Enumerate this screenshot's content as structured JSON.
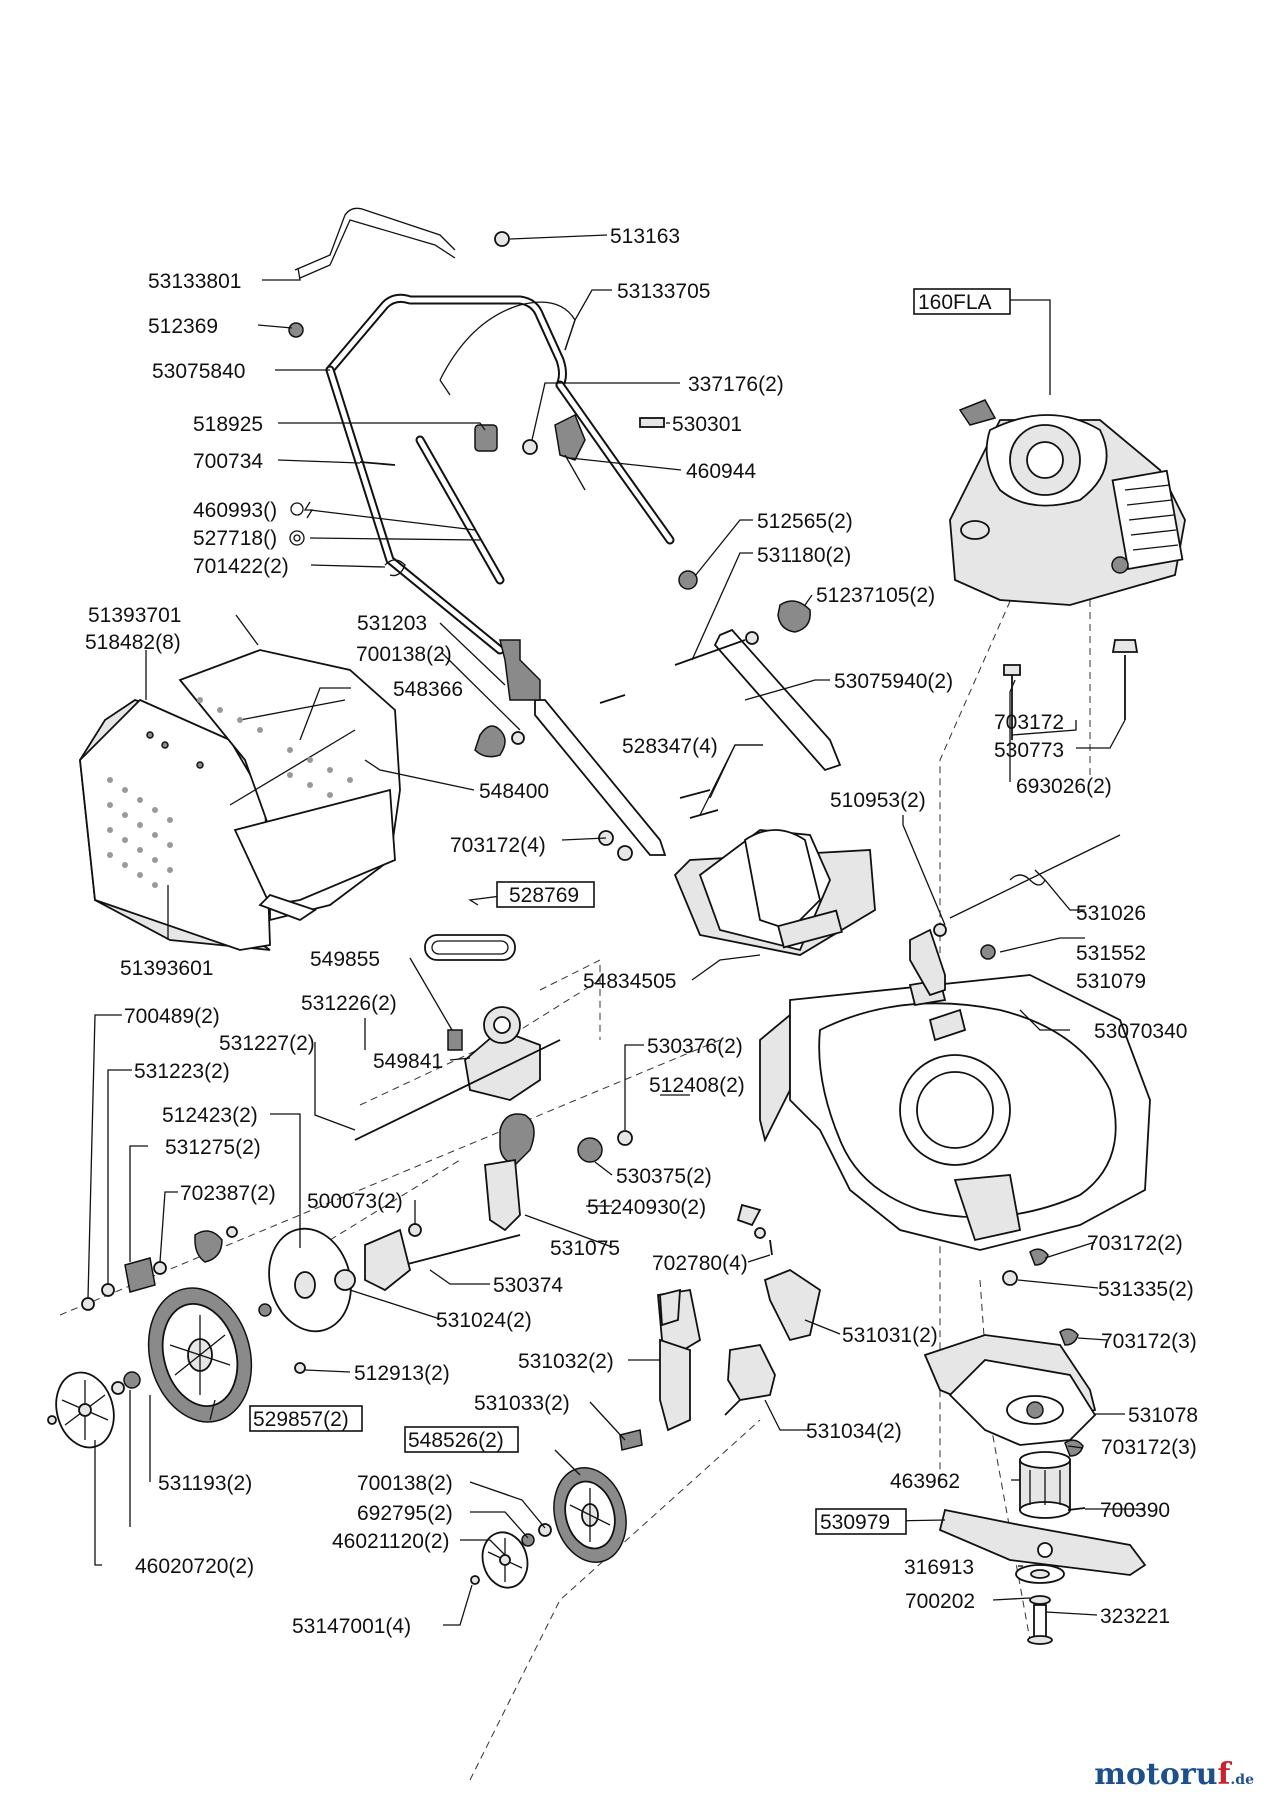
{
  "labels": [
    {
      "text": "513163"
    },
    {
      "text": "53133801"
    },
    {
      "text": "53133705"
    },
    {
      "text": "512369"
    },
    {
      "text": "53075840"
    },
    {
      "text": "337176(2)"
    },
    {
      "text": "518925"
    },
    {
      "text": "530301"
    },
    {
      "text": "700734"
    },
    {
      "text": "460944"
    },
    {
      "text": "460993()"
    },
    {
      "text": "527718()"
    },
    {
      "text": "701422(2)"
    },
    {
      "text": "512565(2)"
    },
    {
      "text": "531180(2)"
    },
    {
      "text": "51237105(2)"
    },
    {
      "text": "51393701"
    },
    {
      "text": "518482(8)"
    },
    {
      "text": "531203"
    },
    {
      "text": "700138(2)"
    },
    {
      "text": "548366"
    },
    {
      "text": "53075940(2)"
    },
    {
      "text": "703172"
    },
    {
      "text": "530773"
    },
    {
      "text": "693026(2)"
    },
    {
      "text": "528347(4)"
    },
    {
      "text": "548400"
    },
    {
      "text": "510953(2)"
    },
    {
      "text": "703172(4)"
    },
    {
      "text": "531026"
    },
    {
      "text": "531552"
    },
    {
      "text": "531079"
    },
    {
      "text": "51393601"
    },
    {
      "text": "549855"
    },
    {
      "text": "54834505"
    },
    {
      "text": "700489(2)"
    },
    {
      "text": "531226(2)"
    },
    {
      "text": "531227(2)"
    },
    {
      "text": "549841"
    },
    {
      "text": "530376(2)"
    },
    {
      "text": "53070340"
    },
    {
      "text": "531223(2)"
    },
    {
      "text": "512408(2)"
    },
    {
      "text": "512423(2)"
    },
    {
      "text": "531275(2)"
    },
    {
      "text": "530375(2)"
    },
    {
      "text": "702387(2)"
    },
    {
      "text": "500073(2)"
    },
    {
      "text": "51240930(2)"
    },
    {
      "text": "531075"
    },
    {
      "text": "703172(2)"
    },
    {
      "text": "702780(4)"
    },
    {
      "text": "530374"
    },
    {
      "text": "531335(2)"
    },
    {
      "text": "531024(2)"
    },
    {
      "text": "531031(2)"
    },
    {
      "text": "703172(3)"
    },
    {
      "text": "531032(2)"
    },
    {
      "text": "512913(2)"
    },
    {
      "text": "531078"
    },
    {
      "text": "531033(2)"
    },
    {
      "text": "531034(2)"
    },
    {
      "text": "703172(3)"
    },
    {
      "text": "700138(2)"
    },
    {
      "text": "463962"
    },
    {
      "text": "692795(2)"
    },
    {
      "text": "700390"
    },
    {
      "text": "531193(2)"
    },
    {
      "text": "46021120(2)"
    },
    {
      "text": "316913"
    },
    {
      "text": "46020720(2)"
    },
    {
      "text": "700202"
    },
    {
      "text": "323221"
    },
    {
      "text": "53147001(4)"
    }
  ],
  "boxed_labels": [
    {
      "text": "160FLA"
    },
    {
      "text": "528769"
    },
    {
      "text": "529857(2)"
    },
    {
      "text": "548526(2)"
    },
    {
      "text": "530979"
    }
  ],
  "brand": {
    "name_main": "motoru",
    "name_accent": "f",
    "tld": ".de"
  }
}
